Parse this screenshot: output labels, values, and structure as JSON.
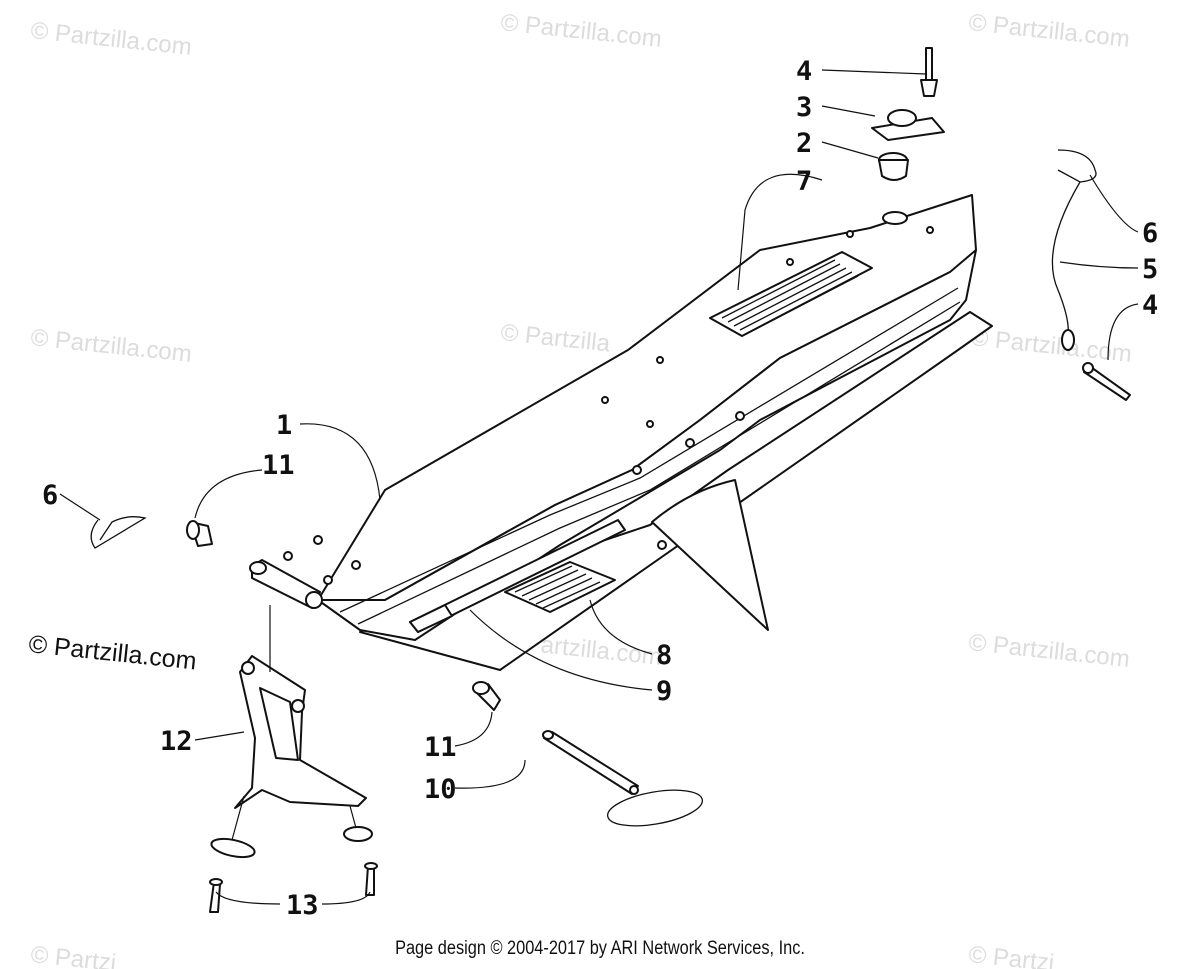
{
  "diagram": {
    "callouts": [
      "4",
      "3",
      "2",
      "7",
      "6",
      "5",
      "4",
      "1",
      "11",
      "6",
      "8",
      "9",
      "12",
      "11",
      "10",
      "13"
    ],
    "watermark": "© Partzilla.com",
    "watermark_cut": "© Partzilla",
    "watermark_partial": "© Partzi",
    "watermark_dark": "© Partzilla.com",
    "footer": "Page design © 2004-2017 by ARI Network Services, Inc."
  }
}
